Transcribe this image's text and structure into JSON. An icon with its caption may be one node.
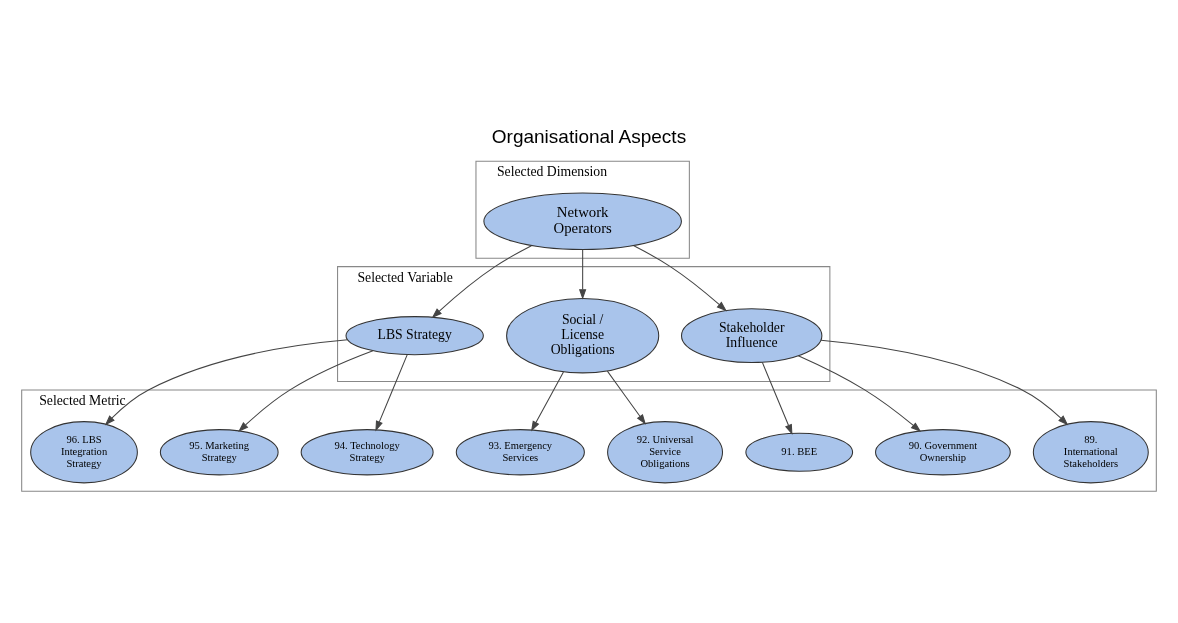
{
  "diagram": {
    "title": "Organisational Aspects",
    "nodes": [
      {
        "text": [
          "Selected Dimension"
        ]
      },
      {
        "text": [
          "Network Operators"
        ],
        "in": 0
      },
      {
        "text": [
          "Selected Variable"
        ]
      },
      {
        "text": [
          "Stakeholder Influence"
        ],
        "in": 2
      },
      {
        "text": [
          "Social / License Obligations"
        ],
        "in": 2
      },
      {
        "text": [
          "LBS Strategy"
        ],
        "in": 2
      },
      {
        "text": [
          "Selected Metric"
        ]
      },
      {
        "text": [
          "89. International Stakeholders"
        ],
        "in": 6
      },
      {
        "text": [
          "90. Government Ownership"
        ],
        "in": 6
      },
      {
        "text": [
          "91. BEE"
        ],
        "in": 6
      },
      {
        "text": [
          "92. Universal Service Obligations"
        ],
        "in": 6
      },
      {
        "text": [
          "93. Emergency Services"
        ],
        "in": 6
      },
      {
        "text": [
          "94. Technology Strategy"
        ],
        "in": 6
      },
      {
        "text": [
          "95. Marketing Strategy"
        ],
        "in": 6
      },
      {
        "text": [
          "96. LBS Integration Strategy"
        ],
        "in": 6
      }
    ],
    "edges": [
      {
        "from": 1,
        "to": 3,
        "arrow": "to"
      },
      {
        "from": 1,
        "to": 4,
        "arrow": "to"
      },
      {
        "from": 1,
        "to": 5,
        "arrow": "to"
      },
      {
        "from": 3,
        "to": 7,
        "arrow": "to"
      },
      {
        "from": 3,
        "to": 8,
        "arrow": "to"
      },
      {
        "from": 3,
        "to": 9,
        "arrow": "to"
      },
      {
        "from": 4,
        "to": 10,
        "arrow": "to"
      },
      {
        "from": 4,
        "to": 11,
        "arrow": "to"
      },
      {
        "from": 5,
        "to": 12,
        "arrow": "to"
      },
      {
        "from": 5,
        "to": 13,
        "arrow": "to"
      },
      {
        "from": 5,
        "to": 14,
        "arrow": "to"
      }
    ]
  }
}
